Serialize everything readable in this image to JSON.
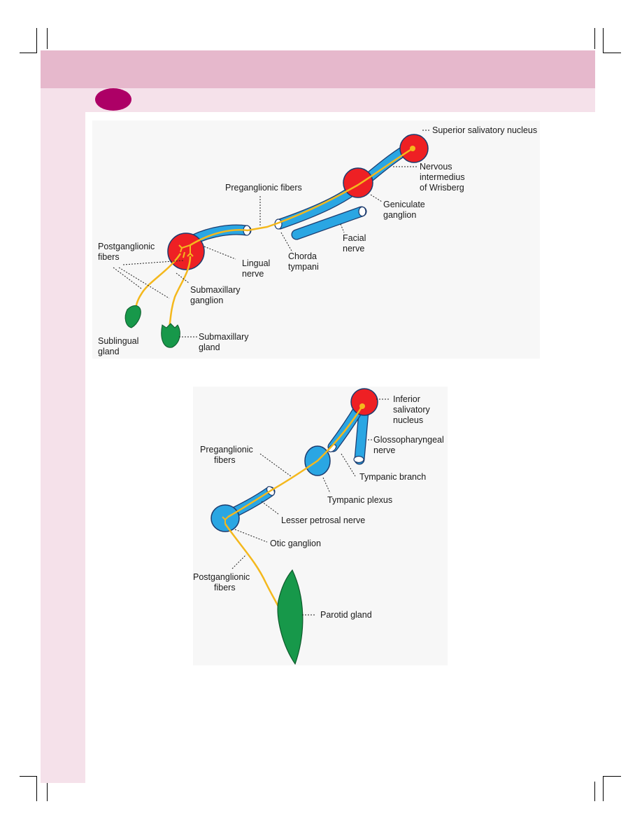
{
  "colors": {
    "header_band": "#e6b8cc",
    "sub_band": "#f5e1ea",
    "badge": "#ad0066",
    "nerve": "#2aa6e3",
    "nerve_stroke": "#1c3b6e",
    "nucleus": "#ee2024",
    "fiber": "#f4b81d",
    "gland": "#17984a",
    "panel_bg": "#f7f7f7"
  },
  "diagram_top": {
    "labels": {
      "superior_salivatory_nucleus": "Superior salivatory nucleus",
      "nervous_intermedius_1": "Nervous",
      "nervous_intermedius_2": "intermedius",
      "nervous_intermedius_3": "of Wrisberg",
      "preganglionic_fibers": "Preganglionic fibers",
      "geniculate_ganglion_1": "Geniculate",
      "geniculate_ganglion_2": "ganglion",
      "facial_nerve_1": "Facial",
      "facial_nerve_2": "nerve",
      "chorda_tympani_1": "Chorda",
      "chorda_tympani_2": "tympani",
      "lingual_nerve_1": "Lingual",
      "lingual_nerve_2": "nerve",
      "postganglionic_fibers_1": "Postganglionic",
      "postganglionic_fibers_2": "fibers",
      "submaxillary_ganglion_1": "Submaxillary",
      "submaxillary_ganglion_2": "ganglion",
      "submaxillary_gland_1": "Submaxillary",
      "submaxillary_gland_2": "gland",
      "sublingual_gland_1": "Sublingual",
      "sublingual_gland_2": "gland"
    }
  },
  "diagram_bottom": {
    "labels": {
      "inferior_salivatory_nucleus_1": "Inferior",
      "inferior_salivatory_nucleus_2": "salivatory",
      "inferior_salivatory_nucleus_3": "nucleus",
      "glossopharyngeal_nerve_1": "Glossopharyngeal",
      "glossopharyngeal_nerve_2": "nerve",
      "preganglionic_fibers_1": "Preganglionic",
      "preganglionic_fibers_2": "fibers",
      "tympanic_branch": "Tympanic branch",
      "tympanic_plexus": "Tympanic plexus",
      "lesser_petrosal_nerve": "Lesser petrosal nerve",
      "otic_ganglion": "Otic ganglion",
      "postganglionic_fibers_1": "Postganglionic",
      "postganglionic_fibers_2": "fibers",
      "parotid_gland": "Parotid gland"
    }
  }
}
